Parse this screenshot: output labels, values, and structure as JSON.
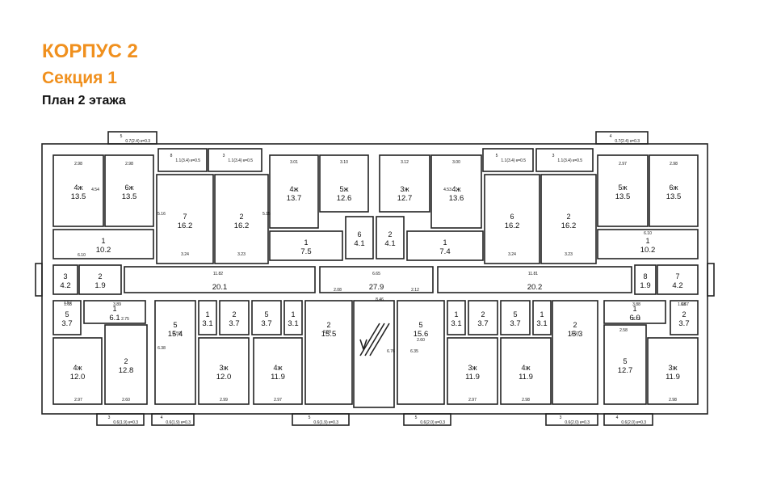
{
  "header": {
    "building": "КОРПУС 2",
    "section": "Секция 1",
    "plan": "План 2 этажа"
  },
  "colors": {
    "accent": "#f0901e",
    "line": "#222222",
    "text": "#111111"
  },
  "rooms": [
    {
      "no": "4ж",
      "area": "13.5"
    },
    {
      "no": "6ж",
      "area": "13.5"
    },
    {
      "no": "7",
      "area": "16.2"
    },
    {
      "no": "2",
      "area": "16.2"
    },
    {
      "no": "4ж",
      "area": "13.7"
    },
    {
      "no": "5ж",
      "area": "12.6"
    },
    {
      "no": "3ж",
      "area": "12.7"
    },
    {
      "no": "4ж",
      "area": "13.6"
    },
    {
      "no": "6",
      "area": "16.2"
    },
    {
      "no": "2",
      "area": "16.2"
    },
    {
      "no": "5ж",
      "area": "13.5"
    },
    {
      "no": "6ж",
      "area": "13.5"
    },
    {
      "no": "1",
      "area": "10.2"
    },
    {
      "no": "1",
      "area": "7.5"
    },
    {
      "no": "6",
      "area": "4.1"
    },
    {
      "no": "2",
      "area": "4.1"
    },
    {
      "no": "1",
      "area": "7.4"
    },
    {
      "no": "1",
      "area": "10.2"
    },
    {
      "no": "3",
      "area": "4.2"
    },
    {
      "no": "2",
      "area": "1.9"
    },
    {
      "no": "",
      "area": "20.1"
    },
    {
      "no": "",
      "area": "27.9"
    },
    {
      "no": "",
      "area": "20.2"
    },
    {
      "no": "8",
      "area": "1.9"
    },
    {
      "no": "7",
      "area": "4.2"
    },
    {
      "no": "5",
      "area": "3.7"
    },
    {
      "no": "1",
      "area": "6.1"
    },
    {
      "no": "5",
      "area": "15.4"
    },
    {
      "no": "1",
      "area": "3.1"
    },
    {
      "no": "2",
      "area": "3.7"
    },
    {
      "no": "5",
      "area": "3.7"
    },
    {
      "no": "1",
      "area": "3.1"
    },
    {
      "no": "2",
      "area": "15.5"
    },
    {
      "no": "5",
      "area": "15.6"
    },
    {
      "no": "1",
      "area": "3.1"
    },
    {
      "no": "2",
      "area": "3.7"
    },
    {
      "no": "5",
      "area": "3.7"
    },
    {
      "no": "1",
      "area": "3.1"
    },
    {
      "no": "2",
      "area": "15.3"
    },
    {
      "no": "1",
      "area": "6.0"
    },
    {
      "no": "2",
      "area": "3.7"
    },
    {
      "no": "4ж",
      "area": "12.0"
    },
    {
      "no": "2",
      "area": "12.8"
    },
    {
      "no": "3ж",
      "area": "12.0"
    },
    {
      "no": "4ж",
      "area": "11.9"
    },
    {
      "no": "3ж",
      "area": "11.9"
    },
    {
      "no": "4ж",
      "area": "11.9"
    },
    {
      "no": "5",
      "area": "12.7"
    },
    {
      "no": "3ж",
      "area": "11.9"
    }
  ],
  "balconies": [
    {
      "no": "5",
      "area": "0.7(2.4)",
      "k": "к=0.3"
    },
    {
      "no": "8",
      "area": "1.1(3.4)",
      "k": "к=0.5"
    },
    {
      "no": "3",
      "area": "1.1(3.4)",
      "k": "к=0.5"
    },
    {
      "no": "5",
      "area": "1.1(3.4)",
      "k": "к=0.5"
    },
    {
      "no": "3",
      "area": "1.1(3.4)",
      "k": "к=0.5"
    },
    {
      "no": "4",
      "area": "0.7(2.4)",
      "k": "к=0.3"
    },
    {
      "no": "3",
      "area": "0.6(1.9)",
      "k": "к=0.3"
    },
    {
      "no": "4",
      "area": "0.6(1.9)",
      "k": "к=0.3"
    },
    {
      "no": "5",
      "area": "0.6(1.9)",
      "k": "к=0.3"
    },
    {
      "no": "5",
      "area": "0.6(2.0)",
      "k": "к=0.3"
    },
    {
      "no": "3",
      "area": "0.6(2.0)",
      "k": "к=0.3"
    },
    {
      "no": "4",
      "area": "0.6(2.0)",
      "k": "к=0.3"
    }
  ],
  "dimensions": [
    "2.98",
    "2.98",
    "3.01",
    "3.10",
    "3.12",
    "3.00",
    "2.97",
    "2.98",
    "6.10",
    "6.10",
    "3.24",
    "3.23",
    "3.24",
    "3.23",
    "11.82",
    "11.81",
    "6.65",
    "2.08",
    "2.12",
    "2.97",
    "2.60",
    "2.99",
    "2.97",
    "2.97",
    "2.98",
    "2.60",
    "2.98",
    "1.68",
    "1.68",
    "1.67",
    "1.67",
    "3.89",
    "3.88",
    "2.75",
    "2.73",
    "2.59",
    "2.59",
    "2.60",
    "2.58",
    "4.54",
    "4.53",
    "5.16",
    "5.15",
    "8.46",
    "6.35",
    "6.38",
    "6.76"
  ]
}
